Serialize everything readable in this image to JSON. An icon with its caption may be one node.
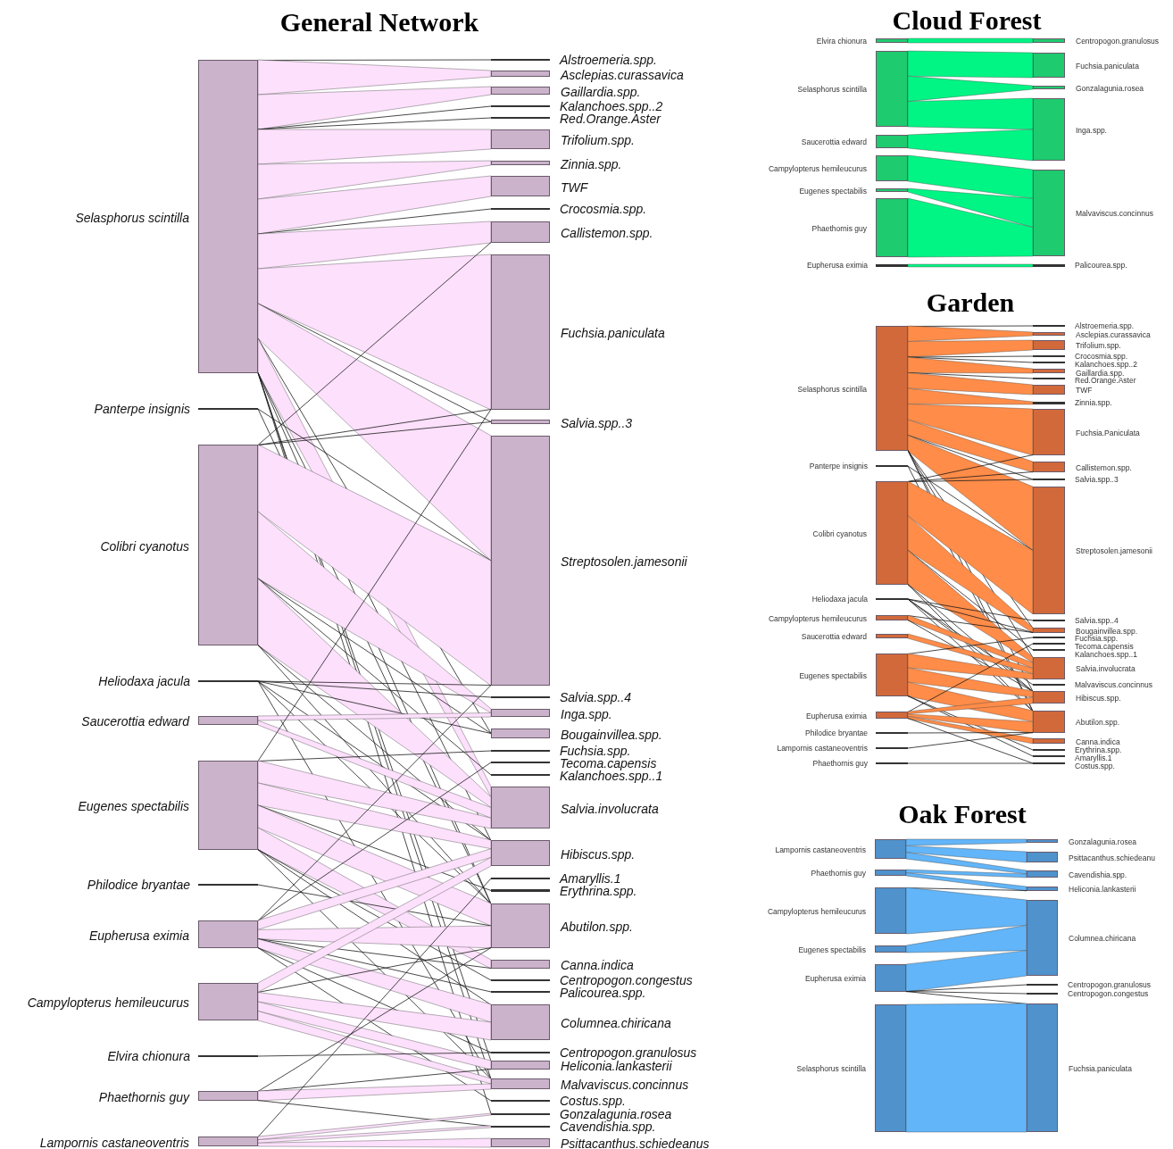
{
  "diagram": {
    "nodes": [
      {
        "text": [
          "Selasphorus scintilla"
        ]
      },
      {
        "text": [
          "Panterpe insignis"
        ]
      },
      {
        "text": [
          "Colibri cyanotus"
        ]
      },
      {
        "text": [
          "Heliodaxa jacula"
        ]
      },
      {
        "text": [
          "Saucerottia edward"
        ]
      },
      {
        "text": [
          "Eugenes spectabilis"
        ]
      },
      {
        "text": [
          "Philodice bryantae"
        ]
      },
      {
        "text": [
          "Eupherusa eximia"
        ]
      },
      {
        "text": [
          "Campylopterus hemileucurus"
        ]
      },
      {
        "text": [
          "Elvira chionura"
        ]
      },
      {
        "text": [
          "Phaethornis guy"
        ]
      },
      {
        "text": [
          "Lampornis castaneoventris"
        ]
      },
      {
        "text": [
          "Alstroemeria.spp."
        ]
      },
      {
        "text": [
          "Asclepias.curassavica"
        ]
      },
      {
        "text": [
          "Gaillardia.spp."
        ]
      },
      {
        "text": [
          "Kalanchoes.spp..2"
        ]
      },
      {
        "text": [
          "Red.Orange.Aster"
        ]
      },
      {
        "text": [
          "Trifolium.spp."
        ]
      },
      {
        "text": [
          "Zinnia.spp."
        ]
      },
      {
        "text": [
          "TWF"
        ]
      },
      {
        "text": [
          "Crocosmia.spp."
        ]
      },
      {
        "text": [
          "Callistemon.spp."
        ]
      },
      {
        "text": [
          "Fuchsia.paniculata"
        ]
      },
      {
        "text": [
          "Salvia.spp..3"
        ]
      },
      {
        "text": [
          "Streptosolen.jamesonii"
        ]
      },
      {
        "text": [
          "Salvia.spp..4"
        ]
      },
      {
        "text": [
          "Inga.spp."
        ]
      },
      {
        "text": [
          "Bougainvillea.spp."
        ]
      },
      {
        "text": [
          "Fuchsia.spp."
        ]
      },
      {
        "text": [
          "Tecoma.capensis"
        ]
      },
      {
        "text": [
          "Kalanchoes.spp..1"
        ]
      },
      {
        "text": [
          "Salvia.involucrata"
        ]
      },
      {
        "text": [
          "Hibiscus.spp."
        ]
      },
      {
        "text": [
          "Amaryllis.1"
        ]
      },
      {
        "text": [
          "Erythrina.spp."
        ]
      },
      {
        "text": [
          "Abutilon.spp."
        ]
      },
      {
        "text": [
          "Canna.indica"
        ]
      },
      {
        "text": [
          "Centropogon.congestus"
        ]
      },
      {
        "text": [
          "Palicourea.spp."
        ]
      },
      {
        "text": [
          "Columnea.chiricana"
        ]
      },
      {
        "text": [
          "Centropogon.granulosus"
        ]
      },
      {
        "text": [
          "Heliconia.lankasterii"
        ]
      },
      {
        "text": [
          "Malvaviscus.concinnus"
        ]
      },
      {
        "text": [
          "Costus.spp."
        ]
      },
      {
        "text": [
          "Gonzalagunia.rosea"
        ]
      },
      {
        "text": [
          "Cavendishia.spp."
        ]
      },
      {
        "text": [
          "Psittacanthus.schiedeanus"
        ]
      },
      {
        "text": [
          "Elvira chionura"
        ]
      },
      {
        "text": [
          "Selasphorus scintilla"
        ]
      },
      {
        "text": [
          "Saucerottia edward"
        ]
      },
      {
        "text": [
          "Campylopterus hemileucurus"
        ]
      },
      {
        "text": [
          "Eugenes spectabilis"
        ]
      },
      {
        "text": [
          "Phaethornis guy"
        ]
      },
      {
        "text": [
          "Eupherusa eximia"
        ]
      },
      {
        "text": [
          "Centropogon.granulosus"
        ]
      },
      {
        "text": [
          "Fuchsia.paniculata"
        ]
      },
      {
        "text": [
          "Gonzalagunia.rosea"
        ]
      },
      {
        "text": [
          "Inga.spp."
        ]
      },
      {
        "text": [
          "Malvaviscus.concinnus"
        ]
      },
      {
        "text": [
          "Palicourea.spp."
        ]
      },
      {
        "text": [
          "Selasphorus scintilla"
        ]
      },
      {
        "text": [
          "Panterpe insignis"
        ]
      },
      {
        "text": [
          "Colibri cyanotus"
        ]
      },
      {
        "text": [
          "Heliodaxa jacula"
        ]
      },
      {
        "text": [
          "Campylopterus hemileucurus"
        ]
      },
      {
        "text": [
          "Saucerottia edward"
        ]
      },
      {
        "text": [
          "Eugenes spectabilis"
        ]
      },
      {
        "text": [
          "Eupherusa eximia"
        ]
      },
      {
        "text": [
          "Philodice bryantae"
        ]
      },
      {
        "text": [
          "Lampornis castaneoventris"
        ]
      },
      {
        "text": [
          "Phaethornis guy"
        ]
      },
      {
        "text": [
          "Alstroemeria.spp."
        ]
      },
      {
        "text": [
          "Asclepias.curassavica"
        ]
      },
      {
        "text": [
          "Trifolium.spp."
        ]
      },
      {
        "text": [
          "Crocosmia.spp."
        ]
      },
      {
        "text": [
          "Kalanchoes.spp..2"
        ]
      },
      {
        "text": [
          "Gaillardia.spp."
        ]
      },
      {
        "text": [
          "Red.Orange.Aster"
        ]
      },
      {
        "text": [
          "TWF"
        ]
      },
      {
        "text": [
          "Zinnia.spp."
        ]
      },
      {
        "text": [
          "Fuchsia.Paniculata"
        ]
      },
      {
        "text": [
          "Callistemon.spp."
        ]
      },
      {
        "text": [
          "Salvia.spp..3"
        ]
      },
      {
        "text": [
          "Streptosolen.jamesonii"
        ]
      },
      {
        "text": [
          "Salvia.spp..4"
        ]
      },
      {
        "text": [
          "Bougainvillea.spp."
        ]
      },
      {
        "text": [
          "Fuchsia.spp."
        ]
      },
      {
        "text": [
          "Tecoma.capensis"
        ]
      },
      {
        "text": [
          "Kalanchoes.spp..1"
        ]
      },
      {
        "text": [
          "Salvia.involucrata"
        ]
      },
      {
        "text": [
          "Malvaviscus.concinnus"
        ]
      },
      {
        "text": [
          "Hibiscus.spp."
        ]
      },
      {
        "text": [
          "Abutilon.spp."
        ]
      },
      {
        "text": [
          "Canna.indica"
        ]
      },
      {
        "text": [
          "Erythrina.spp."
        ]
      },
      {
        "text": [
          "Amaryllis.1"
        ]
      },
      {
        "text": [
          "Costus.spp."
        ]
      },
      {
        "text": [
          "Lampornis castaneoventris"
        ]
      },
      {
        "text": [
          "Phaethornis guy"
        ]
      },
      {
        "text": [
          "Campylopterus hemileucurus"
        ]
      },
      {
        "text": [
          "Eugenes spectabilis"
        ]
      },
      {
        "text": [
          "Eupherusa eximia"
        ]
      },
      {
        "text": [
          "Selasphorus scintilla"
        ]
      },
      {
        "text": [
          "Gonzalagunia.rosea"
        ]
      },
      {
        "text": [
          "Psittacanthus.schiedeanu"
        ]
      },
      {
        "text": [
          "Cavendishia.spp."
        ]
      },
      {
        "text": [
          "Heliconia.lankasterii"
        ]
      },
      {
        "text": [
          "Columnea.chiricana"
        ]
      },
      {
        "text": [
          "Centropogon.granulosus"
        ]
      },
      {
        "text": [
          "Centropogon.congestus"
        ]
      },
      {
        "text": [
          "Fuchsia.paniculata"
        ]
      }
    ],
    "edges": [
      {
        "from": 0,
        "to": 12,
        "arrow": "none"
      },
      {
        "from": 0,
        "to": 13,
        "arrow": "none",
        "style": "thick"
      },
      {
        "from": 0,
        "to": 14,
        "arrow": "none",
        "style": "thick"
      },
      {
        "from": 0,
        "to": 15,
        "arrow": "none"
      },
      {
        "from": 0,
        "to": 16,
        "arrow": "none"
      },
      {
        "from": 0,
        "to": 17,
        "arrow": "none",
        "style": "thick"
      },
      {
        "from": 0,
        "to": 18,
        "arrow": "none",
        "style": "thick"
      },
      {
        "from": 0,
        "to": 19,
        "arrow": "none",
        "style": "thick"
      },
      {
        "from": 0,
        "to": 20,
        "arrow": "none"
      },
      {
        "from": 0,
        "to": 21,
        "arrow": "none",
        "style": "thick"
      },
      {
        "from": 0,
        "to": 22,
        "arrow": "none",
        "style": "thick"
      },
      {
        "from": 0,
        "to": 23,
        "arrow": "none"
      },
      {
        "from": 0,
        "to": 24,
        "arrow": "none",
        "style": "thick"
      },
      {
        "from": 0,
        "to": 27,
        "arrow": "none"
      },
      {
        "from": 0,
        "to": 31,
        "arrow": "none",
        "style": "thick"
      },
      {
        "from": 0,
        "to": 32,
        "arrow": "none"
      },
      {
        "from": 0,
        "to": 35,
        "arrow": "none"
      },
      {
        "from": 0,
        "to": 41,
        "arrow": "none"
      },
      {
        "from": 0,
        "to": 42,
        "arrow": "none"
      },
      {
        "from": 0,
        "to": 44,
        "arrow": "none"
      },
      {
        "from": 1,
        "to": 24,
        "arrow": "none"
      },
      {
        "from": 1,
        "to": 35,
        "arrow": "none"
      },
      {
        "from": 2,
        "to": 21,
        "arrow": "none"
      },
      {
        "from": 2,
        "to": 22,
        "arrow": "none"
      },
      {
        "from": 2,
        "to": 23,
        "arrow": "none"
      },
      {
        "from": 2,
        "to": 24,
        "arrow": "none",
        "style": "thick"
      },
      {
        "from": 2,
        "to": 26,
        "arrow": "none",
        "style": "thick"
      },
      {
        "from": 2,
        "to": 27,
        "arrow": "none"
      },
      {
        "from": 2,
        "to": 30,
        "arrow": "none"
      },
      {
        "from": 2,
        "to": 31,
        "arrow": "none",
        "style": "thick"
      },
      {
        "from": 2,
        "to": 32,
        "arrow": "none"
      },
      {
        "from": 2,
        "to": 35,
        "arrow": "none"
      },
      {
        "from": 3,
        "to": 24,
        "arrow": "none"
      },
      {
        "from": 3,
        "to": 25,
        "arrow": "none"
      },
      {
        "from": 3,
        "to": 27,
        "arrow": "none"
      },
      {
        "from": 3,
        "to": 32,
        "arrow": "none"
      },
      {
        "from": 3,
        "to": 35,
        "arrow": "none"
      },
      {
        "from": 3,
        "to": 42,
        "arrow": "none"
      },
      {
        "from": 4,
        "to": 26,
        "arrow": "none",
        "style": "thick"
      },
      {
        "from": 4,
        "to": 31,
        "arrow": "none",
        "style": "thick"
      },
      {
        "from": 5,
        "to": 22,
        "arrow": "none"
      },
      {
        "from": 5,
        "to": 28,
        "arrow": "none"
      },
      {
        "from": 5,
        "to": 31,
        "arrow": "none",
        "style": "thick"
      },
      {
        "from": 5,
        "to": 32,
        "arrow": "none",
        "style": "thick"
      },
      {
        "from": 5,
        "to": 34,
        "arrow": "none"
      },
      {
        "from": 5,
        "to": 35,
        "arrow": "none",
        "style": "thick"
      },
      {
        "from": 5,
        "to": 36,
        "arrow": "none",
        "style": "thick"
      },
      {
        "from": 5,
        "to": 37,
        "arrow": "none"
      },
      {
        "from": 5,
        "to": 39,
        "arrow": "none"
      },
      {
        "from": 5,
        "to": 42,
        "arrow": "none"
      },
      {
        "from": 6,
        "to": 35,
        "arrow": "none"
      },
      {
        "from": 7,
        "to": 24,
        "arrow": "none"
      },
      {
        "from": 7,
        "to": 29,
        "arrow": "none"
      },
      {
        "from": 7,
        "to": 32,
        "arrow": "none",
        "style": "thick"
      },
      {
        "from": 7,
        "to": 35,
        "arrow": "none",
        "style": "thick"
      },
      {
        "from": 7,
        "to": 36,
        "arrow": "none"
      },
      {
        "from": 7,
        "to": 38,
        "arrow": "none"
      },
      {
        "from": 7,
        "to": 39,
        "arrow": "none",
        "style": "thick"
      },
      {
        "from": 7,
        "to": 40,
        "arrow": "none"
      },
      {
        "from": 7,
        "to": 43,
        "arrow": "none"
      },
      {
        "from": 8,
        "to": 32,
        "arrow": "none",
        "style": "thick"
      },
      {
        "from": 8,
        "to": 35,
        "arrow": "none"
      },
      {
        "from": 8,
        "to": 39,
        "arrow": "none",
        "style": "thick"
      },
      {
        "from": 8,
        "to": 41,
        "arrow": "none",
        "style": "thick"
      },
      {
        "from": 8,
        "to": 42,
        "arrow": "none",
        "style": "thick"
      },
      {
        "from": 9,
        "to": 40,
        "arrow": "none"
      },
      {
        "from": 10,
        "to": 35,
        "arrow": "none"
      },
      {
        "from": 10,
        "to": 41,
        "arrow": "none"
      },
      {
        "from": 10,
        "to": 42,
        "arrow": "none",
        "style": "thick"
      },
      {
        "from": 10,
        "to": 45,
        "arrow": "none"
      },
      {
        "from": 11,
        "to": 33,
        "arrow": "none"
      },
      {
        "from": 11,
        "to": 44,
        "arrow": "none",
        "style": "thick"
      },
      {
        "from": 11,
        "to": 45,
        "arrow": "none",
        "style": "thick"
      },
      {
        "from": 11,
        "to": 46,
        "arrow": "none",
        "style": "thick"
      },
      {
        "from": 47,
        "to": 54,
        "arrow": "none",
        "style": "thick"
      },
      {
        "from": 48,
        "to": 55,
        "arrow": "none",
        "style": "thick"
      },
      {
        "from": 48,
        "to": 56,
        "arrow": "none",
        "style": "thick"
      },
      {
        "from": 48,
        "to": 57,
        "arrow": "none",
        "style": "thick"
      },
      {
        "from": 49,
        "to": 57,
        "arrow": "none",
        "style": "thick"
      },
      {
        "from": 50,
        "to": 58,
        "arrow": "none",
        "style": "thick"
      },
      {
        "from": 51,
        "to": 58,
        "arrow": "none",
        "style": "thick"
      },
      {
        "from": 52,
        "to": 58,
        "arrow": "none",
        "style": "thick"
      },
      {
        "from": 53,
        "to": 59,
        "arrow": "none",
        "style": "thick"
      },
      {
        "from": 60,
        "to": 71,
        "arrow": "none"
      },
      {
        "from": 60,
        "to": 72,
        "arrow": "none",
        "style": "thick"
      },
      {
        "from": 60,
        "to": 73,
        "arrow": "none",
        "style": "thick"
      },
      {
        "from": 60,
        "to": 74,
        "arrow": "none"
      },
      {
        "from": 60,
        "to": 75,
        "arrow": "none"
      },
      {
        "from": 60,
        "to": 76,
        "arrow": "none",
        "style": "thick"
      },
      {
        "from": 60,
        "to": 77,
        "arrow": "none"
      },
      {
        "from": 60,
        "to": 78,
        "arrow": "none",
        "style": "thick"
      },
      {
        "from": 60,
        "to": 79,
        "arrow": "none",
        "style": "thick"
      },
      {
        "from": 60,
        "to": 80,
        "arrow": "none",
        "style": "thick"
      },
      {
        "from": 60,
        "to": 81,
        "arrow": "none",
        "style": "thick"
      },
      {
        "from": 60,
        "to": 82,
        "arrow": "none"
      },
      {
        "from": 60,
        "to": 83,
        "arrow": "none",
        "style": "thick"
      },
      {
        "from": 60,
        "to": 85,
        "arrow": "none"
      },
      {
        "from": 60,
        "to": 89,
        "arrow": "none"
      },
      {
        "from": 60,
        "to": 91,
        "arrow": "none"
      },
      {
        "from": 60,
        "to": 92,
        "arrow": "none"
      },
      {
        "from": 61,
        "to": 83,
        "arrow": "none"
      },
      {
        "from": 61,
        "to": 92,
        "arrow": "none"
      },
      {
        "from": 62,
        "to": 80,
        "arrow": "none"
      },
      {
        "from": 62,
        "to": 81,
        "arrow": "none"
      },
      {
        "from": 62,
        "to": 82,
        "arrow": "none"
      },
      {
        "from": 62,
        "to": 83,
        "arrow": "none",
        "style": "thick"
      },
      {
        "from": 62,
        "to": 85,
        "arrow": "none",
        "style": "thick"
      },
      {
        "from": 62,
        "to": 88,
        "arrow": "none"
      },
      {
        "from": 62,
        "to": 89,
        "arrow": "none",
        "style": "thick"
      },
      {
        "from": 62,
        "to": 91,
        "arrow": "none"
      },
      {
        "from": 62,
        "to": 92,
        "arrow": "none"
      },
      {
        "from": 63,
        "to": 84,
        "arrow": "none"
      },
      {
        "from": 63,
        "to": 85,
        "arrow": "none"
      },
      {
        "from": 63,
        "to": 90,
        "arrow": "none"
      },
      {
        "from": 63,
        "to": 91,
        "arrow": "none"
      },
      {
        "from": 63,
        "to": 92,
        "arrow": "none"
      },
      {
        "from": 64,
        "to": 85,
        "arrow": "none"
      },
      {
        "from": 64,
        "to": 89,
        "arrow": "none",
        "style": "thick"
      },
      {
        "from": 64,
        "to": 91,
        "arrow": "none"
      },
      {
        "from": 65,
        "to": 89,
        "arrow": "none",
        "style": "thick"
      },
      {
        "from": 66,
        "to": 86,
        "arrow": "none"
      },
      {
        "from": 66,
        "to": 89,
        "arrow": "none",
        "style": "thick"
      },
      {
        "from": 66,
        "to": 91,
        "arrow": "none",
        "style": "thick"
      },
      {
        "from": 66,
        "to": 92,
        "arrow": "none",
        "style": "thick"
      },
      {
        "from": 66,
        "to": 94,
        "arrow": "none"
      },
      {
        "from": 66,
        "to": 95,
        "arrow": "none"
      },
      {
        "from": 67,
        "to": 87,
        "arrow": "none"
      },
      {
        "from": 67,
        "to": 91,
        "arrow": "none",
        "style": "thick"
      },
      {
        "from": 67,
        "to": 92,
        "arrow": "none",
        "style": "thick"
      },
      {
        "from": 67,
        "to": 93,
        "arrow": "none",
        "style": "thick"
      },
      {
        "from": 67,
        "to": 96,
        "arrow": "none"
      },
      {
        "from": 68,
        "to": 92,
        "arrow": "none"
      },
      {
        "from": 69,
        "to": 92,
        "arrow": "none"
      },
      {
        "from": 70,
        "to": 96,
        "arrow": "none"
      },
      {
        "from": 97,
        "to": 103,
        "arrow": "none",
        "style": "thick"
      },
      {
        "from": 97,
        "to": 104,
        "arrow": "none",
        "style": "thick"
      },
      {
        "from": 97,
        "to": 105,
        "arrow": "none",
        "style": "thick"
      },
      {
        "from": 98,
        "to": 105,
        "arrow": "none",
        "style": "thick"
      },
      {
        "from": 98,
        "to": 106,
        "arrow": "none",
        "style": "thick"
      },
      {
        "from": 99,
        "to": 106,
        "arrow": "none"
      },
      {
        "from": 99,
        "to": 107,
        "arrow": "none",
        "style": "thick"
      },
      {
        "from": 100,
        "to": 107,
        "arrow": "none",
        "style": "thick"
      },
      {
        "from": 101,
        "to": 107,
        "arrow": "none",
        "style": "thick"
      },
      {
        "from": 101,
        "to": 108,
        "arrow": "none"
      },
      {
        "from": 101,
        "to": 109,
        "arrow": "none"
      },
      {
        "from": 101,
        "to": 110,
        "arrow": "none"
      },
      {
        "from": 102,
        "to": 110,
        "arrow": "none",
        "style": "thick"
      }
    ],
    "labels": [
      "General Network",
      "Cloud Forest",
      "Garden",
      "Oak Forest"
    ]
  }
}
